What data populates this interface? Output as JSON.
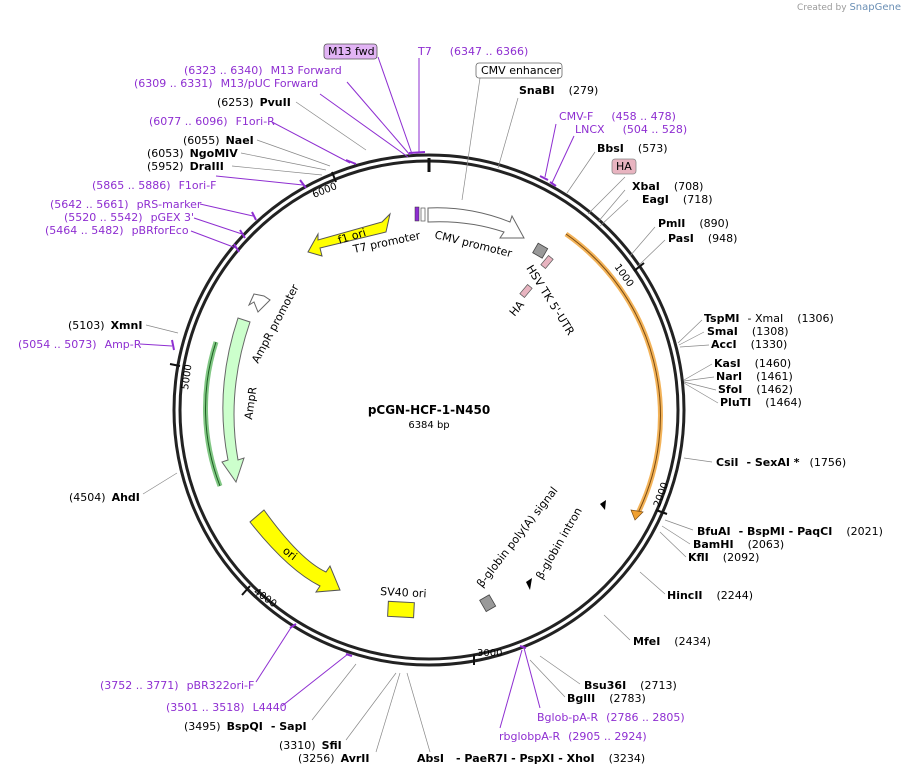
{
  "credit": {
    "created_by": "Created by",
    "app": "SnapGene"
  },
  "plasmid": {
    "name": "pCGN-HCF-1-N450",
    "length_label": "6384 bp",
    "length": 6384
  },
  "tick_labels": [
    "1000",
    "2000",
    "3000",
    "4000",
    "5000",
    "6000"
  ],
  "colors": {
    "primer": "#8e2ed1",
    "feature_promoter": "#ffffff",
    "feature_ori": "#ffff00",
    "feature_ampr": "#ccffcc",
    "feature_tag": "#e8b4c0",
    "orf": "#f0a030"
  },
  "enzymes": [
    {
      "id": "snabi",
      "name": "SnaBI",
      "pos": "(279)"
    },
    {
      "id": "bbsi",
      "name": "BbsI",
      "pos": "(573)"
    },
    {
      "id": "xbai",
      "name": "XbaI",
      "pos": "(708)"
    },
    {
      "id": "eagi",
      "name": "EagI",
      "pos": "(718)"
    },
    {
      "id": "pmli",
      "name": "PmlI",
      "pos": "(890)"
    },
    {
      "id": "pasi",
      "name": "PasI",
      "pos": "(948)"
    },
    {
      "id": "tspmi",
      "name": "TspMI",
      "extra": "- XmaI",
      "pos": "(1306)"
    },
    {
      "id": "smai",
      "name": "SmaI",
      "pos": "(1308)"
    },
    {
      "id": "acci",
      "name": "AccI",
      "pos": "(1330)"
    },
    {
      "id": "kasi",
      "name": "KasI",
      "pos": "(1460)"
    },
    {
      "id": "nari",
      "name": "NarI",
      "pos": "(1461)"
    },
    {
      "id": "sfoi",
      "name": "SfoI",
      "pos": "(1462)"
    },
    {
      "id": "pluti",
      "name": "PluTI",
      "pos": "(1464)"
    },
    {
      "id": "csii",
      "name": "CsiI",
      "extra": "- SexAI *",
      "pos": "(1756)"
    },
    {
      "id": "bfuai",
      "name": "BfuAI",
      "extra": "- BspMI - PaqCI",
      "pos": "(2021)"
    },
    {
      "id": "bamhi",
      "name": "BamHI",
      "pos": "(2063)"
    },
    {
      "id": "kfli",
      "name": "KflI",
      "pos": "(2092)"
    },
    {
      "id": "hincii",
      "name": "HincII",
      "pos": "(2244)"
    },
    {
      "id": "mfei",
      "name": "MfeI",
      "pos": "(2434)"
    },
    {
      "id": "bsu36i",
      "name": "Bsu36I",
      "pos": "(2713)"
    },
    {
      "id": "bglii",
      "name": "BglII",
      "pos": "(2783)"
    },
    {
      "id": "absi",
      "name": "AbsI",
      "extra": "- PaeR7I - PspXI - XhoI",
      "pos": "(3234)"
    },
    {
      "id": "avrii",
      "name": "AvrII",
      "pos": "(3256)"
    },
    {
      "id": "sfii",
      "name": "SfiI",
      "pos": "(3310)"
    },
    {
      "id": "bspqi",
      "name": "BspQI",
      "extra": "- SapI",
      "pos": "(3495)"
    },
    {
      "id": "ahdi",
      "name": "AhdI",
      "pos": "(4504)"
    },
    {
      "id": "xmni",
      "name": "XmnI",
      "pos": "(5103)"
    },
    {
      "id": "draiii",
      "name": "DraIII",
      "pos": "(5952)"
    },
    {
      "id": "ngomiv",
      "name": "NgoMIV",
      "pos": "(6053)"
    },
    {
      "id": "naei",
      "name": "NaeI",
      "pos": "(6055)"
    },
    {
      "id": "pvuii",
      "name": "PvuII",
      "pos": "(6253)"
    }
  ],
  "primers": [
    {
      "id": "t7",
      "name": "T7",
      "range": "(6347 .. 6366)"
    },
    {
      "id": "m13fwd",
      "name": "M13 Forward",
      "range": "(6323 .. 6340)"
    },
    {
      "id": "m13puc",
      "name": "M13/pUC Forward",
      "range": "(6309 .. 6331)"
    },
    {
      "id": "f1orir",
      "name": "F1ori-R",
      "range": "(6077 .. 6096)"
    },
    {
      "id": "f1orif",
      "name": "F1ori-F",
      "range": "(5865 .. 5886)"
    },
    {
      "id": "prs",
      "name": "pRS-marker",
      "range": "(5642 .. 5661)"
    },
    {
      "id": "pgex",
      "name": "pGEX 3'",
      "range": "(5520 .. 5542)"
    },
    {
      "id": "pbrfor",
      "name": "pBRforEco",
      "range": "(5464 .. 5482)"
    },
    {
      "id": "ampr_p",
      "name": "Amp-R",
      "range": "(5054 .. 5073)"
    },
    {
      "id": "cmvf",
      "name": "CMV-F",
      "range": "(458 .. 478)"
    },
    {
      "id": "lncx",
      "name": "LNCX",
      "range": "(504 .. 528)"
    },
    {
      "id": "pbr322",
      "name": "pBR322ori-F",
      "range": "(3752 .. 3771)"
    },
    {
      "id": "l4440",
      "name": "L4440",
      "range": "(3501 .. 3518)"
    },
    {
      "id": "bglobpa",
      "name": "Bglob-pA-R",
      "range": "(2786 .. 2805)"
    },
    {
      "id": "rbglob",
      "name": "rbglobpA-R",
      "range": "(2905 .. 2924)"
    }
  ],
  "boxed_labels": {
    "m13fwd_box": "M13 fwd",
    "cmv_enh": "CMV enhancer",
    "ha_box": "HA"
  },
  "features": {
    "f1ori": "f1 ori",
    "t7prom": "T7 promoter",
    "cmvprom": "CMV promoter",
    "hsvtk": "HSV TK 5'-UTR",
    "ha": "HA",
    "amprprom": "AmpR promoter",
    "ampr": "AmpR",
    "ori": "ori",
    "sv40": "SV40 ori",
    "bglobpa": "β-globin poly(A) signal",
    "bglobintron": "β-globin intron"
  }
}
